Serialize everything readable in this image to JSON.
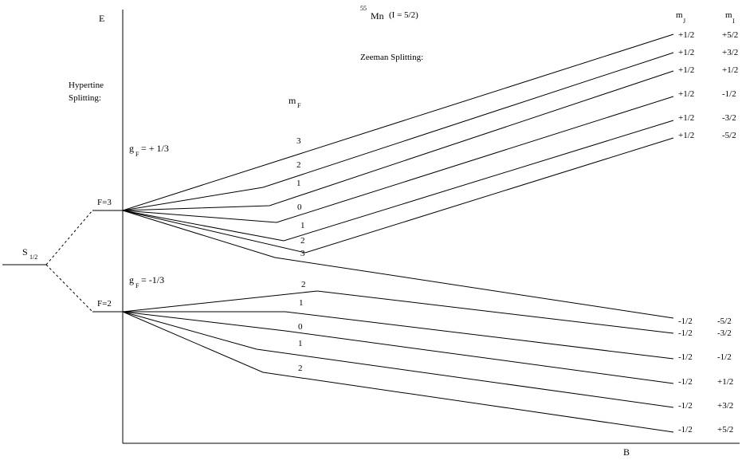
{
  "axes": {
    "y_label": "E",
    "x_label": "B"
  },
  "title": {
    "mass_number": "55",
    "element": "Mn",
    "spin": "(I = 5/2)"
  },
  "hyperfine_label": [
    "Hypertine",
    "Splitting:"
  ],
  "zeeman_label": "Zeeman Splitting:",
  "ground_state": {
    "symbol": "S",
    "subscript": "1/2"
  },
  "upper": {
    "level": "F=3",
    "g_symbol": "g",
    "g_sub": "F",
    "g_value": "= + 1/3",
    "mf_labels": [
      "3",
      "2",
      "1",
      "0",
      "1",
      "2",
      "3"
    ]
  },
  "lower": {
    "level": "F=2",
    "g_symbol": "g",
    "g_sub": "F",
    "g_value": "= -1/3",
    "mf_labels": [
      "2",
      "1",
      "0",
      "1",
      "2"
    ]
  },
  "mf_header": {
    "symbol": "m",
    "sub": "F"
  },
  "mj_header": {
    "symbol": "m",
    "sub": "J"
  },
  "mi_header": {
    "symbol": "m",
    "sub": "I"
  },
  "upper_states": [
    {
      "mj": "+1/2",
      "mi": "+5/2"
    },
    {
      "mj": "+1/2",
      "mi": "+3/2"
    },
    {
      "mj": "+1/2",
      "mi": "+1/2"
    },
    {
      "mj": "+1/2",
      "mi": "-1/2"
    },
    {
      "mj": "+1/2",
      "mi": "-3/2"
    },
    {
      "mj": "+1/2",
      "mi": "-5/2"
    }
  ],
  "lower_states": [
    {
      "mj": "-1/2",
      "mi": "-5/2"
    },
    {
      "mj": "-1/2",
      "mi": "-3/2"
    },
    {
      "mj": "-1/2",
      "mi": "-1/2"
    },
    {
      "mj": "-1/2",
      "mi": "+1/2"
    },
    {
      "mj": "-1/2",
      "mi": "+3/2"
    },
    {
      "mj": "-1/2",
      "mi": "+5/2"
    }
  ]
}
